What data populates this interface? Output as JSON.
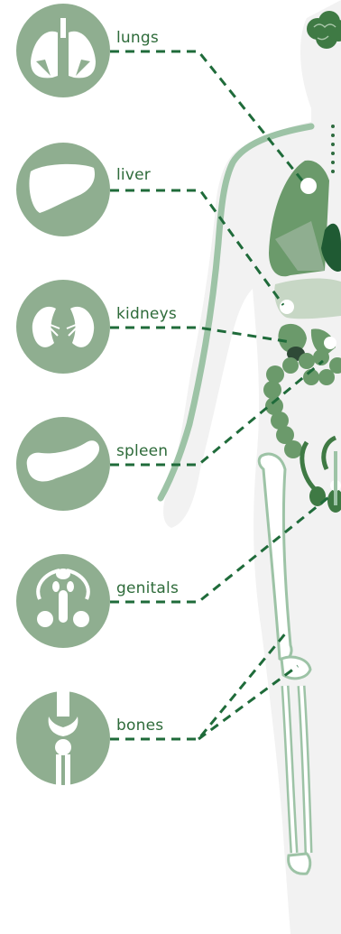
{
  "organs": [
    {
      "label": "lungs"
    },
    {
      "label": "liver"
    },
    {
      "label": "kidneys"
    },
    {
      "label": "spleen"
    },
    {
      "label": "genitals"
    },
    {
      "label": "bones"
    }
  ],
  "colors": {
    "icon_circle": "#8fae90",
    "icon_glyph": "#ffffff",
    "connector": "#1f6b3a",
    "label_text": "#2e6b3a",
    "body_silhouette": "#f1f1f1",
    "body_shadow": "#9a9a9a",
    "body_outline": "#9dc3a6",
    "organ_dark": "#2d6b3f",
    "organ_mid": "#6b9a6b",
    "organ_light": "#c7d7c5",
    "brain": "#3f7a44"
  }
}
